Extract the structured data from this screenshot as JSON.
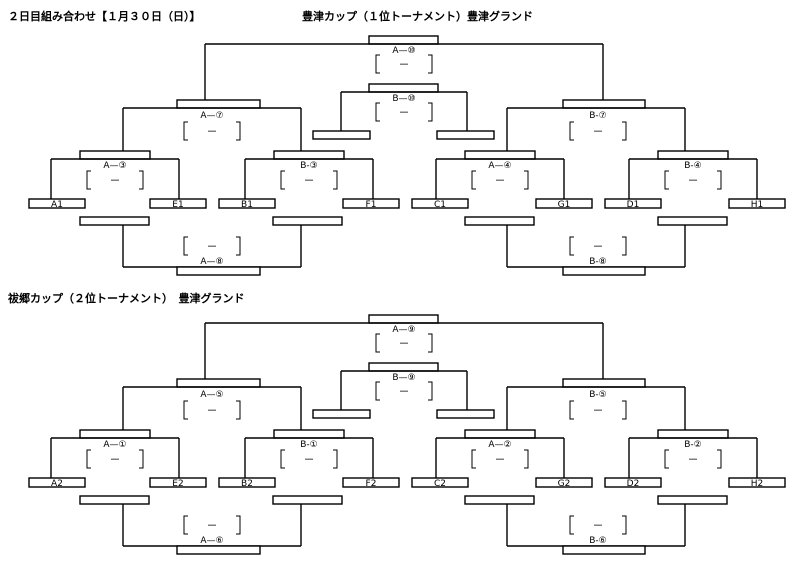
{
  "header": {
    "day_title": "２日目組み合わせ【１月３０日（日）】",
    "section1_title": "豊津カップ（１位トーナメント）豊津グランド",
    "section2_title": "祓郷カップ（２位トーナメント）　豊津グランド"
  },
  "score_placeholder": "－",
  "section1": {
    "final": "A—⑩",
    "third_place": "B—⑩",
    "semi_left": "A—⑦",
    "semi_right": "B-⑦",
    "qf": [
      "A—③",
      "B-③",
      "A—④",
      "B-④"
    ],
    "consolation_left": "A—⑧",
    "consolation_right": "B-⑧",
    "teams": [
      "A1",
      "E1",
      "B1",
      "F1",
      "C1",
      "G1",
      "D1",
      "H1"
    ]
  },
  "section2": {
    "final": "A—⑨",
    "third_place": "B—⑨",
    "semi_left": "A—⑤",
    "semi_right": "B-⑤",
    "qf": [
      "A—①",
      "B-①",
      "A—②",
      "B-②"
    ],
    "consolation_left": "A—⑥",
    "consolation_right": "B-⑥",
    "teams": [
      "A2",
      "E2",
      "B2",
      "F2",
      "C2",
      "G2",
      "D2",
      "H2"
    ]
  }
}
